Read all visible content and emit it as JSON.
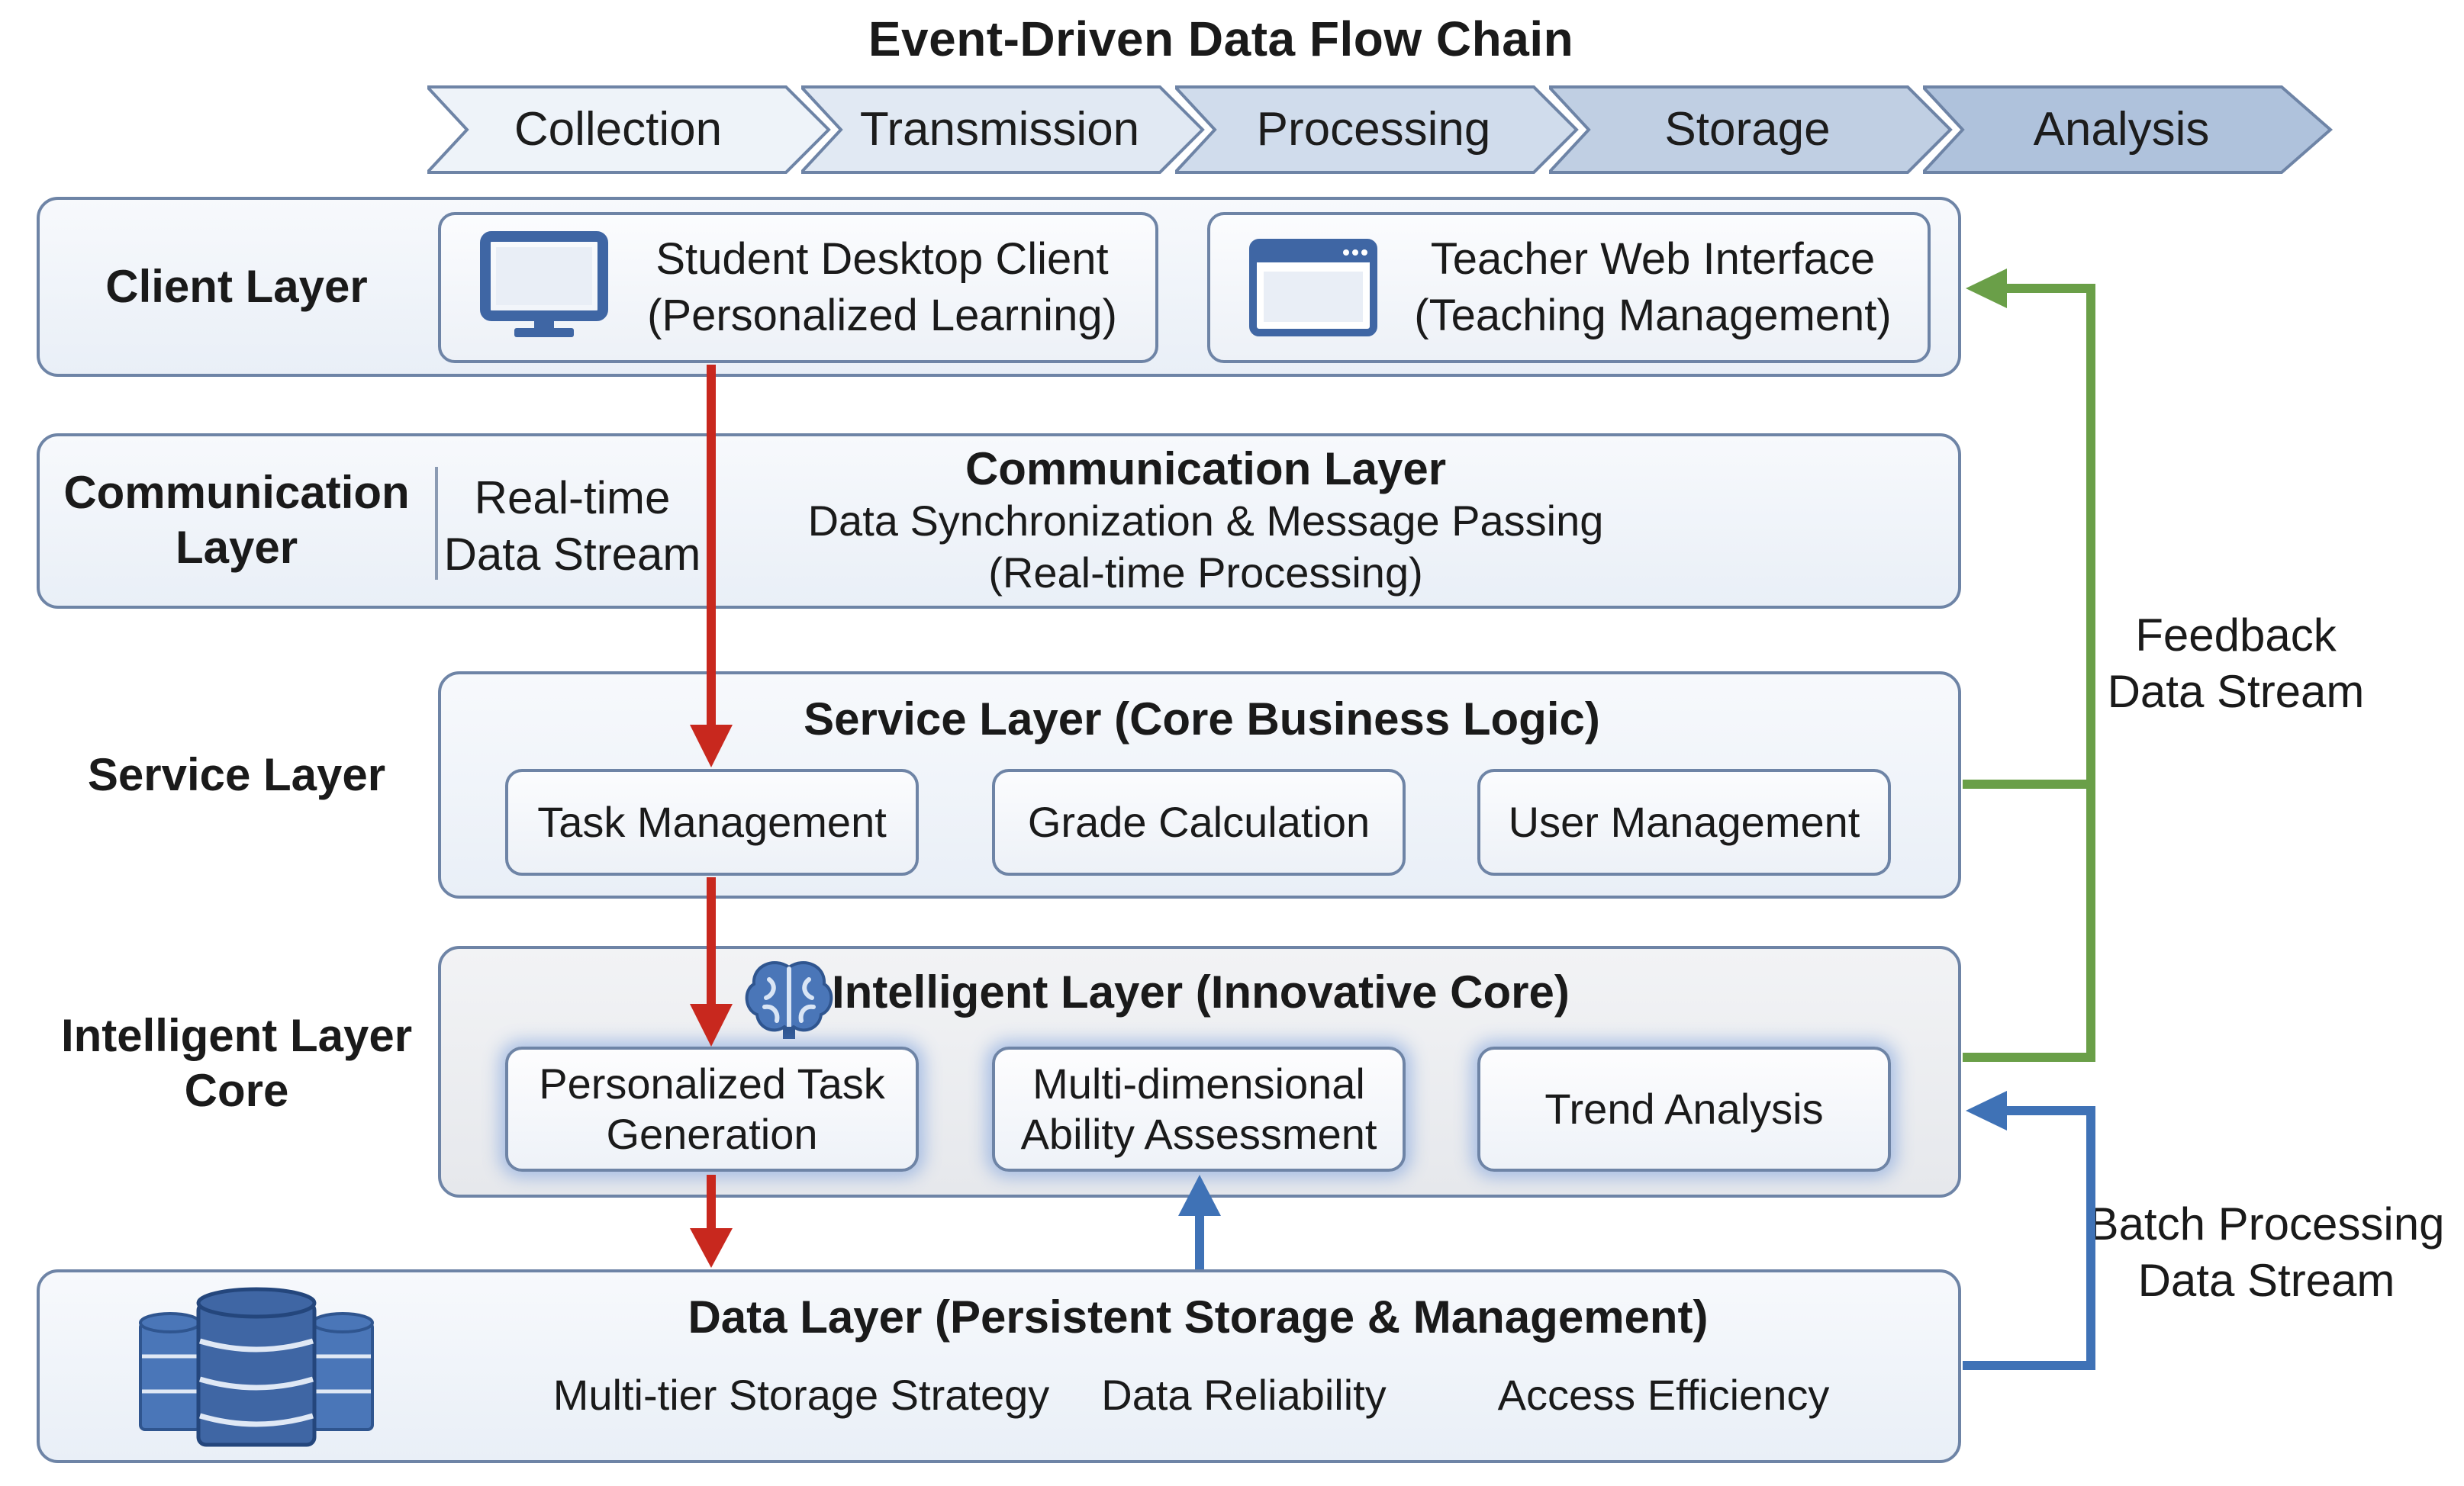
{
  "title": "Event-Driven Data Flow Chain",
  "flow_chain": [
    "Collection",
    "Transmission",
    "Processing",
    "Storage",
    "Analysis"
  ],
  "colors": {
    "chevron_fills": [
      "#eef3f9",
      "#e1e9f3",
      "#d0dcec",
      "#c0cfe3",
      "#afc2dc"
    ],
    "border": "#6e84a6",
    "red_arrow": "#c8281e",
    "green_arrow": "#6a9f48",
    "blue_arrow": "#3f72b6",
    "icon_blue": "#3f66a4"
  },
  "client": {
    "label": "Client Layer",
    "student_line1": "Student Desktop Client",
    "student_line2": "(Personalized Learning)",
    "teacher_line1": "Teacher Web Interface",
    "teacher_line2": "(Teaching Management)",
    "monitor_icon": "desktop-monitor-icon",
    "browser_icon": "browser-window-icon"
  },
  "communication": {
    "label_line1": "Communication",
    "label_line2": "Layer",
    "stream_line1": "Real-time",
    "stream_line2": "Data Stream",
    "heading": "Communication Layer",
    "line1": "Data Synchronization & Message Passing",
    "line2": "(Real-time Processing)"
  },
  "service": {
    "label": "Service Layer",
    "heading": "Service Layer (Core Business Logic)",
    "modules": [
      "Task Management",
      "Grade Calculation",
      "User Management"
    ]
  },
  "intelligent": {
    "label_line1": "Intelligent Layer",
    "label_line2": "Core",
    "heading": "Intelligent Layer (Innovative Core)",
    "brain_icon": "brain-icon",
    "modules": [
      {
        "line1": "Personalized Task",
        "line2": "Generation"
      },
      {
        "line1": "Multi-dimensional",
        "line2": "Ability Assessment"
      },
      {
        "line1": "Trend Analysis",
        "line2": ""
      }
    ]
  },
  "data": {
    "heading": "Data Layer (Persistent Storage & Management)",
    "items": [
      "Multi-tier Storage Strategy",
      "Data Reliability",
      "Access Efficiency"
    ],
    "database_icon": "database-icon"
  },
  "side_labels": {
    "feedback_line1": "Feedback",
    "feedback_line2": "Data Stream",
    "batch_line1": "Batch Processing",
    "batch_line2": "Data Stream"
  }
}
